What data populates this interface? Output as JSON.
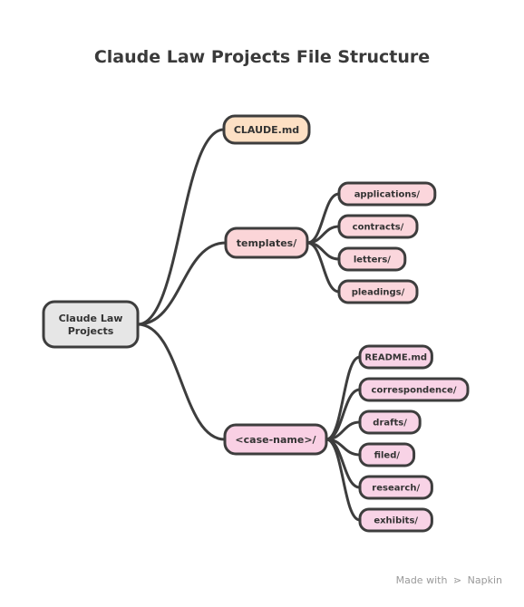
{
  "title": "Claude Law Projects File Structure",
  "colors": {
    "root_fill": "#e6e6e6",
    "level1_peach": "#fde0c4",
    "level1_pink": "#fbd5d8",
    "level1_magenta": "#f9d0e4",
    "templates_child": "#fbd6dc",
    "case_child": "#f8d3e6",
    "stroke": "#3d3d3d"
  },
  "root": {
    "label_lines": [
      "Claude Law",
      "Projects"
    ]
  },
  "branches": [
    {
      "label": "CLAUDE.md",
      "children": []
    },
    {
      "label": "templates/",
      "children": [
        "applications/",
        "contracts/",
        "letters/",
        "pleadings/"
      ]
    },
    {
      "label": "<case-name>/",
      "children": [
        "README.md",
        "correspondence/",
        "drafts/",
        "filed/",
        "research/",
        "exhibits/"
      ]
    }
  ],
  "footer": {
    "made_with": "Made with",
    "brand": "Napkin",
    "icon": "napkin-logo-icon"
  }
}
